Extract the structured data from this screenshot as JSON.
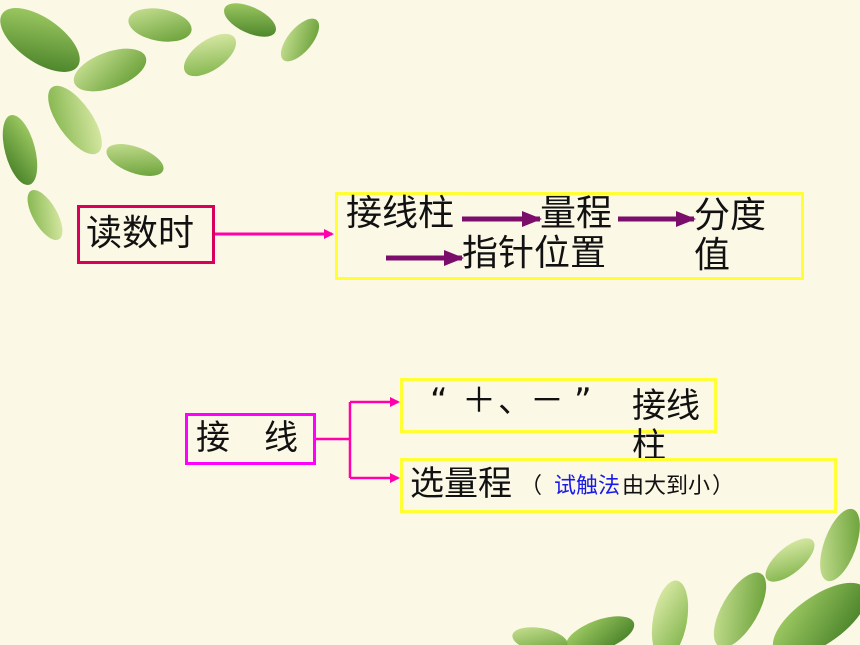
{
  "reading": {
    "label": "读数时",
    "steps": [
      "接线柱",
      "量程",
      "分度值",
      "指针位置"
    ]
  },
  "wiring": {
    "label": "接　线",
    "branch_terminals": {
      "quote_open": "“",
      "plus_sign": "＋",
      "dun": "、",
      "minus_sign": "－",
      "quote_close": "”",
      "word": "接线柱"
    },
    "branch_range": {
      "main": "选量程",
      "paren_open": "（",
      "method": "试触法",
      "rest": "由大到小",
      "paren_close": "）"
    }
  },
  "colors": {
    "background": "#fcf8e6",
    "reading_box_border": "#d8005a",
    "steps_box_border": "#ffff33",
    "wiring_box_border": "#ff00ff",
    "step_arrow": "#7b0d6b",
    "connector": "#ff00aa",
    "highlight_text": "#1a1ae6"
  }
}
